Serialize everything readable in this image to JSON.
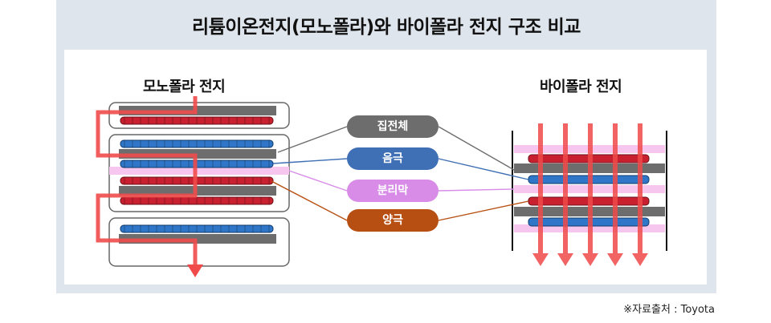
{
  "title": "리튬이온전지(모노폴라)와 바이폴라 전지 구조 비교",
  "monopolar": {
    "heading": "모노폴라 전지"
  },
  "bipolar": {
    "heading": "바이폴라 전지"
  },
  "legend": {
    "current_collector": "집전체",
    "anode": "음극",
    "separator": "분리막",
    "cathode": "양극"
  },
  "source": "※자료출처 : Toyota",
  "colors": {
    "current_collector": "#6d6d6d",
    "anode": "#3f6fb4",
    "separator": "#d88ce8",
    "cathode": "#b84f12",
    "current_flow": "#f04a4a"
  }
}
